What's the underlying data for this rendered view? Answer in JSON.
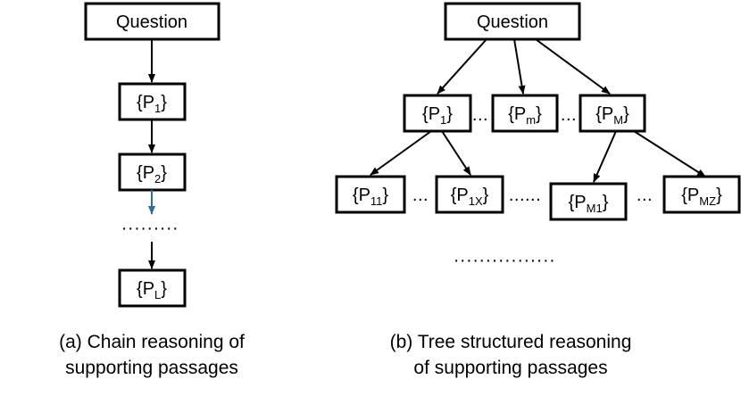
{
  "chain": {
    "question": "Question",
    "nodes": [
      {
        "pre": "{P",
        "sub": "1",
        "post": "}"
      },
      {
        "pre": "{P",
        "sub": "2",
        "post": "}"
      },
      {
        "pre": "{P",
        "sub": "L",
        "post": "}"
      }
    ],
    "ellipsis": "·········",
    "caption_line1": "(a) Chain reasoning of",
    "caption_line2": "supporting passages",
    "colors": {
      "dashed_arrow": "#2e6f95"
    }
  },
  "tree": {
    "question": "Question",
    "level1": [
      {
        "pre": "{P",
        "sub": "1",
        "post": "}"
      },
      {
        "pre": "{P",
        "sub": "m",
        "post": "}"
      },
      {
        "pre": "{P",
        "sub": "M",
        "post": "}"
      }
    ],
    "level1_ellipses": [
      "...",
      "..."
    ],
    "level2": [
      {
        "pre": "{P",
        "sub": "11",
        "post": "}"
      },
      {
        "pre": "{P",
        "sub": "1X",
        "post": "}"
      },
      {
        "pre": "{P",
        "sub": "M1",
        "post": "}"
      },
      {
        "pre": "{P",
        "sub": "MZ",
        "post": "}"
      }
    ],
    "level2_ellipses": [
      "...",
      "......",
      "..."
    ],
    "bottom_ellipsis": "················",
    "caption_line1": "(b) Tree structured reasoning",
    "caption_line2": "of supporting passages"
  }
}
